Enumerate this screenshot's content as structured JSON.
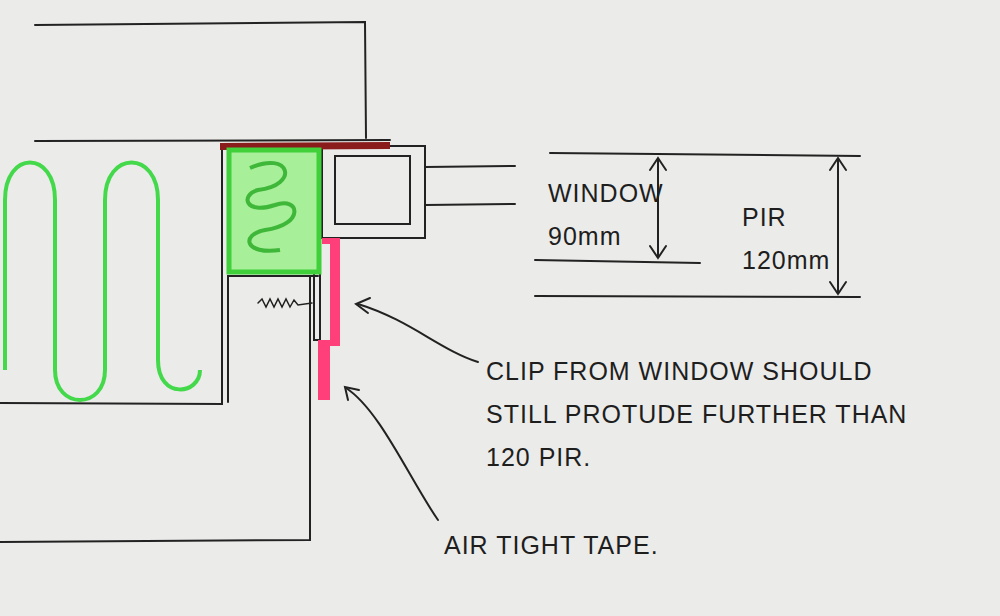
{
  "diagram": {
    "labels": [
      "WINDOW 90mm",
      "PIR 120mm",
      "CLIP FROM WINDOW SHOULD STILL PROTUDE FURTHER THAN 120 PIR.",
      "AIR TIGHT TAPE."
    ]
  }
}
